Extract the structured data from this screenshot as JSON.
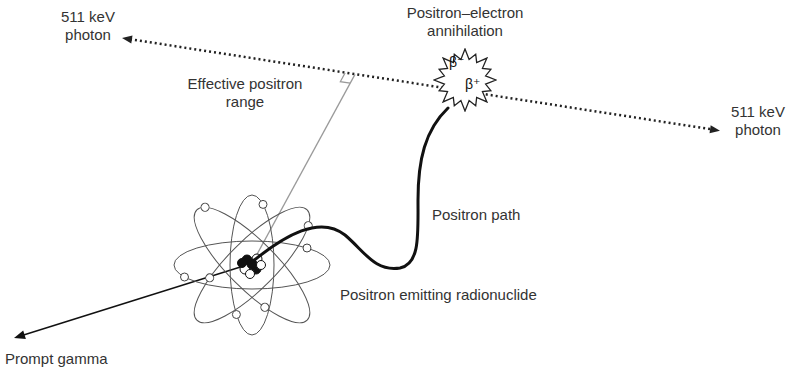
{
  "diagram": {
    "nodes": [
      {
        "text": [
          "Positron–electron annihilation",
          "β⁻",
          "β⁺"
        ]
      }
    ],
    "labels": [
      "511 keV photon",
      "511 keV photon",
      "Effective positron range",
      "Positron path",
      "Positron emitting radionuclide",
      "Prompt gamma"
    ]
  }
}
